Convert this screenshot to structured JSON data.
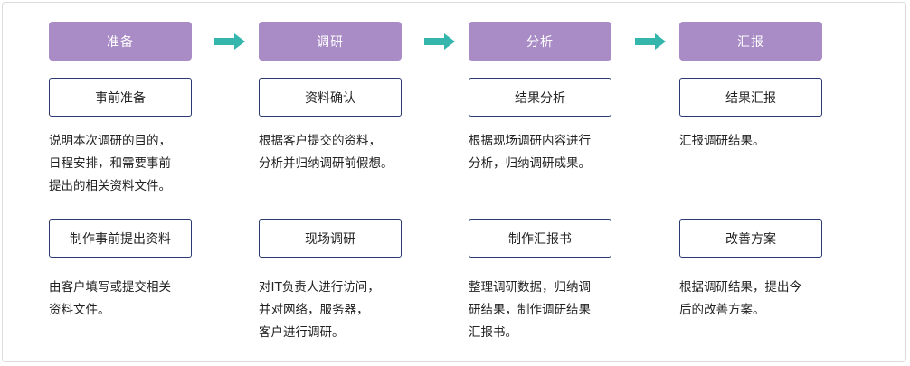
{
  "colors": {
    "stage_bg": "#a98bc6",
    "arrow": "#35b6ad",
    "step_border": "#2b3a73",
    "text": "#222222"
  },
  "stages": [
    {
      "label": "准备"
    },
    {
      "label": "调研"
    },
    {
      "label": "分析"
    },
    {
      "label": "汇报"
    }
  ],
  "arrows": [
    "arrow-right-icon",
    "arrow-right-icon",
    "arrow-right-icon"
  ],
  "columns": [
    {
      "steps": [
        {
          "label": "事前准备",
          "desc": "说明本次调研的目的，\n日程安排，和需要事前\n提出的相关资料文件。"
        },
        {
          "label": "制作事前提出资料",
          "desc": "由客户填写或提交相关\n资料文件。"
        }
      ]
    },
    {
      "steps": [
        {
          "label": "资料确认",
          "desc": "根据客户提交的资料，\n分析并归纳调研前假想。"
        },
        {
          "label": "现场调研",
          "desc": "对IT负责人进行访问，\n并对网络，服务器，\n客户进行调研。"
        }
      ]
    },
    {
      "steps": [
        {
          "label": "结果分析",
          "desc": "根据现场调研内容进行\n分析，归纳调研成果。"
        },
        {
          "label": "制作汇报书",
          "desc": "整理调研数据，归纳调\n研结果，制作调研结果\n汇报书。"
        }
      ]
    },
    {
      "steps": [
        {
          "label": "结果汇报",
          "desc": "汇报调研结果。"
        },
        {
          "label": "改善方案",
          "desc": "根据调研结果，提出今\n后的改善方案。"
        }
      ]
    }
  ]
}
